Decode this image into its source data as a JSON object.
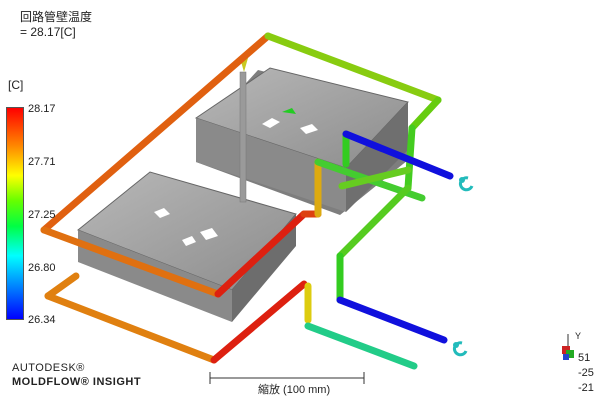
{
  "result": {
    "title": "回路管壁温度",
    "value": "= 28.17[C]"
  },
  "legend": {
    "unit": "[C]",
    "ticks": [
      "28.17",
      "27.71",
      "27.25",
      "26.80",
      "26.34"
    ],
    "colors": {
      "max": "#ff0000",
      "mid": "#44ff00",
      "min": "#0000ff"
    }
  },
  "brand": {
    "line1": "AUTODESK®",
    "line2": "MOLDFLOW® INSIGHT"
  },
  "scale_bar": {
    "label": "縮放 (100 mm)"
  },
  "triad": {
    "axis_label": "Y",
    "values": [
      "51",
      "-25",
      "-21"
    ]
  }
}
